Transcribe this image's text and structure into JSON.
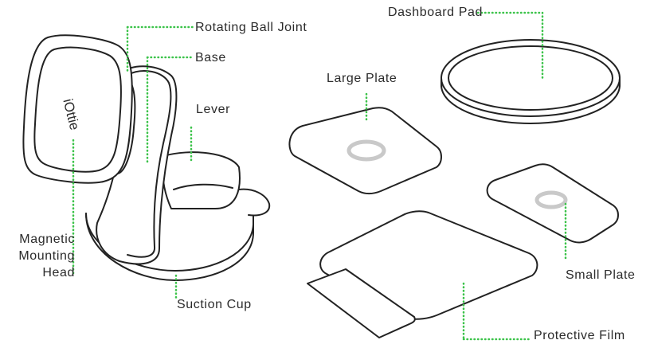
{
  "labels": {
    "rotating_ball_joint": "Rotating Ball Joint",
    "base": "Base",
    "lever": "Lever",
    "magnetic_mounting_head": [
      "Magnetic",
      "Mounting",
      "Head"
    ],
    "suction_cup": "Suction Cup",
    "dashboard_pad": "Dashboard Pad",
    "large_plate": "Large Plate",
    "small_plate": "Small Plate",
    "protective_film": "Protective Film"
  },
  "brand": "iOttie",
  "colors": {
    "leader": "#3cc34a",
    "outline": "#222222",
    "target_ring": "#c9c9c9",
    "text": "#2b2b2b"
  }
}
